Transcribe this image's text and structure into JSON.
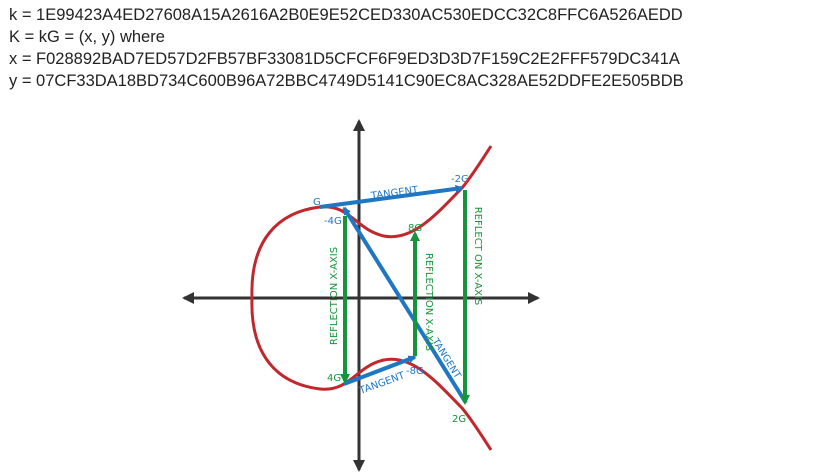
{
  "text_lines": [
    "k = 1E99423A4ED27608A15A2616A2B0E9E52CED330AC530EDCC32C8FFC6A526AEDD",
    "K = kG = (x, y) where",
    "x = F028892BAD7ED57D2FB57BF33081D5CFCF6F9ED3D3D7F159C2E2FFF579DC341A",
    "y = 07CF33DA18BD734C600B96A72BBC4749D5141C90EC8AC328AE52DDFE2E505BDB"
  ],
  "diagram": {
    "points": {
      "G": "G",
      "neg4G": "-4G",
      "neg2G": "-2G",
      "8G": "8G",
      "4G": "4G",
      "neg8G": "-8G",
      "2G": "2G"
    },
    "arrow_labels": {
      "tangent_top": "TANGENT",
      "tangent_bottom": "TANGENT",
      "tangent_diag": "TANGENT",
      "reflect_left": "REFLECTION X-AXIS",
      "reflect_mid": "REFLECTION X-AXIS",
      "reflect_right": "REFLECT ON X-AXIS"
    },
    "colors": {
      "curve": "#c0282d",
      "tangent": "#1f77c4",
      "reflect": "#16943b",
      "axis": "#333333",
      "label_light": "#1f77c4",
      "label_green": "#16943b"
    }
  }
}
